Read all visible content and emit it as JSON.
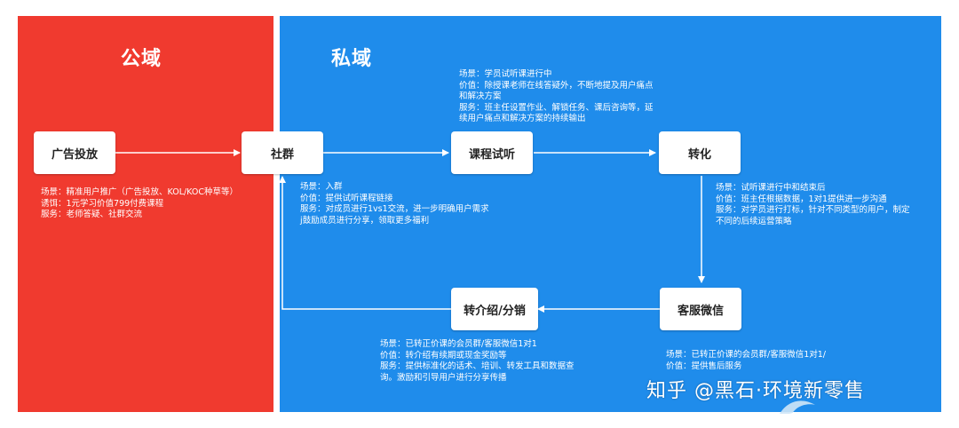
{
  "panels": {
    "public_title": "公域",
    "private_title": "私域"
  },
  "nodes": {
    "ads": "广告投放",
    "community": "社群",
    "trial": "课程试听",
    "convert": "转化",
    "service": "客服微信",
    "referral": "转介绍/分销"
  },
  "notes": {
    "ads": [
      "场景：精准用户推广（广告投放、KOL/KOC种草等）",
      "诱饵：1元学习价值799付费课程",
      "服务：老师答疑、社群交流"
    ],
    "community": [
      "场景：入群",
      "价值：提供试听课程链接",
      "服务：对成员进行1vs1交流，进一步明确用户需求",
      "j鼓励成员进行分享，领取更多福利"
    ],
    "trial": [
      "场景：学员试听课进行中",
      "价值：除授课老师在线答疑外，不断地提及用户痛点",
      "和解决方案",
      "服务：班主任设置作业、解锁任务、课后咨询等，延",
      "续用户痛点和解决方案的持续输出"
    ],
    "convert": [
      "场景：试听课进行中和结束后",
      "价值：班主任根据数据，1对1提供进一步沟通",
      "服务：对学员进行打标，针对不同类型的用户，制定",
      "不同的后续运营策略"
    ],
    "referral": [
      "场景：已转正价课的会员群/客服微信1对1",
      "价值：转介绍有续期或现金奖励等",
      "服务：提供标准化的话术、培训、转发工具和数据查",
      "询。激励和引导用户进行分享传播"
    ],
    "service": [
      "场景：已转正价课的会员群/客服微信1对1/",
      "价值：提供售后服务"
    ]
  },
  "watermark": {
    "text": "知乎 @黑石·环境新零售"
  },
  "colors": {
    "public": "#f03a2f",
    "private": "#1f8ceb",
    "arrow": "#ffffff"
  }
}
